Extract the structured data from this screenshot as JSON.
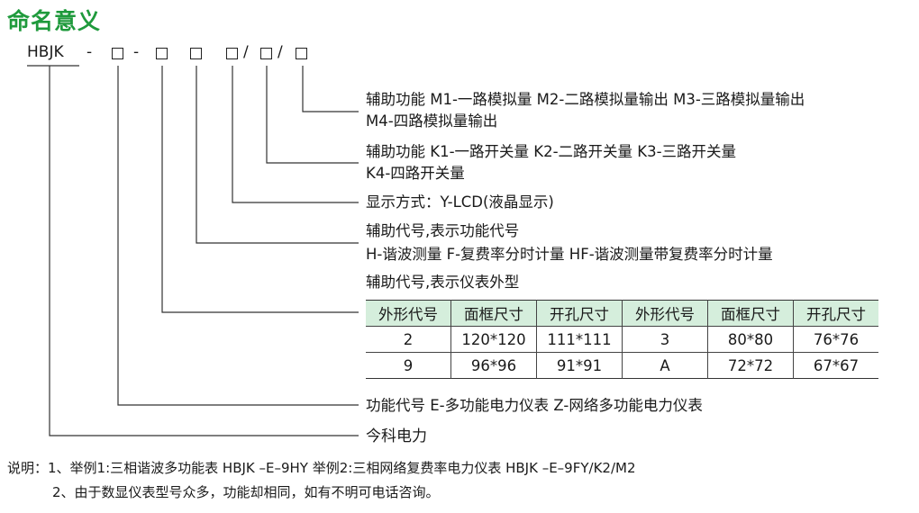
{
  "title": "命名意义",
  "code": {
    "prefix": "HBJK",
    "dash": "-",
    "slash": "/"
  },
  "descriptions": {
    "aux_m_line1": "辅助功能  M1-一路模拟量  M2-二路模拟量输出  M3-三路模拟量输出",
    "aux_m_line2": "M4-四路模拟量输出",
    "aux_k_line1": "辅助功能  K1-一路开关量  K2-二路开关量  K3-三路开关量",
    "aux_k_line2": "K4-四路开关量",
    "display": "显示方式：Y-LCD(液晶显示)",
    "func_code_line1": "辅助代号,表示功能代号",
    "func_code_line2": "H-谐波测量   F-复费率分时计量   HF-谐波测量带复费率分时计量",
    "shape_code": "辅助代号,表示仪表外型",
    "function": "功能代号   E-多功能电力仪表   Z-网络多功能电力仪表",
    "company": "今科电力"
  },
  "table": {
    "headers": [
      "外形代号",
      "面框尺寸",
      "开孔尺寸",
      "外形代号",
      "面框尺寸",
      "开孔尺寸"
    ],
    "rows": [
      [
        "2",
        "120*120",
        "111*111",
        "3",
        "80*80",
        "76*76"
      ],
      [
        "9",
        "96*96",
        "91*91",
        "A",
        "72*72",
        "67*67"
      ]
    ]
  },
  "notes": {
    "line1": "说明：1、举例1:三相谐波多功能表 HBJK –E–9HY       举例2:三相网络复费率电力仪表 HBJK –E–9FY/K2/M2",
    "line2": "2、由于数显仪表型号众多，功能却相同，如有不明可电话咨询。"
  },
  "colors": {
    "title": "#1f9a3c",
    "table_header_bg": "#d5eedc"
  }
}
